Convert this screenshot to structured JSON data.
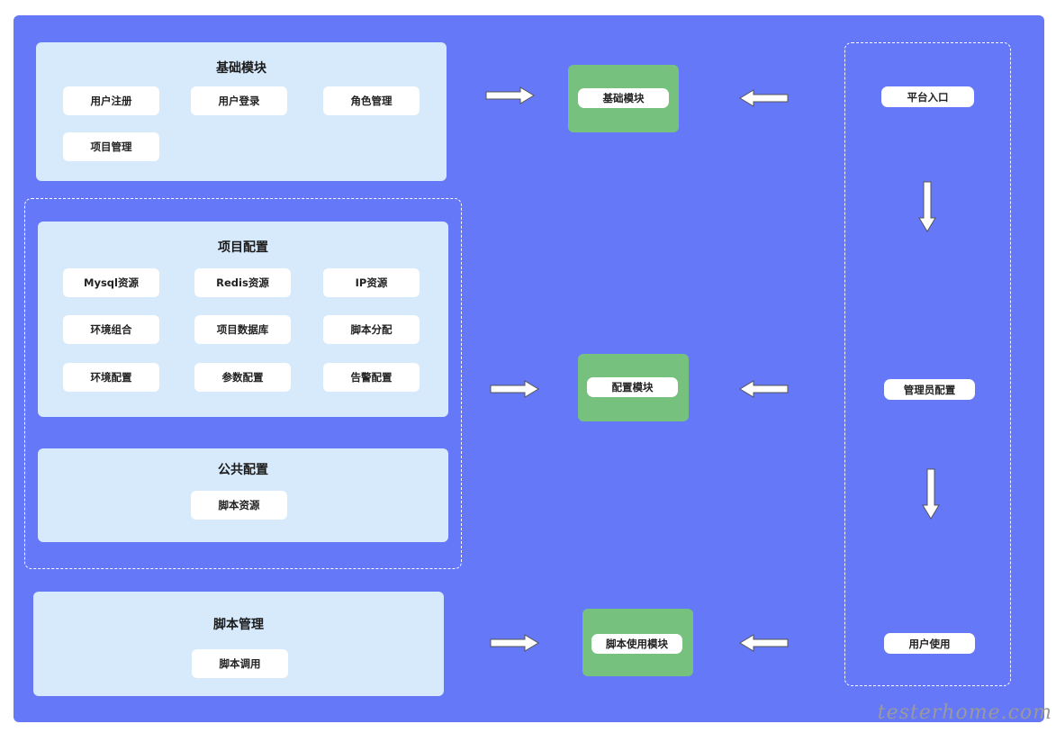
{
  "modules": {
    "basic": {
      "title": "基础模块",
      "items": [
        "用户注册",
        "用户登录",
        "角色管理",
        "项目管理"
      ]
    },
    "project_config": {
      "title": "项目配置",
      "items": [
        "Mysql资源",
        "Redis资源",
        "IP资源",
        "环境组合",
        "项目数据库",
        "脚本分配",
        "环境配置",
        "参数配置",
        "告警配置"
      ]
    },
    "public_config": {
      "title": "公共配置",
      "items": [
        "脚本资源"
      ]
    },
    "script_mgmt": {
      "title": "脚本管理",
      "items": [
        "脚本调用"
      ]
    }
  },
  "center": {
    "basic_module": "基础模块",
    "config_module": "配置模块",
    "script_use_module": "脚本使用模块"
  },
  "flow": {
    "entry": "平台入口",
    "admin_config": "管理员配置",
    "user_use": "用户使用"
  },
  "watermark": "testerhome.com",
  "colors": {
    "background": "#6478f8",
    "panel": "#d7eafc",
    "module": "#77c17e",
    "chip": "#ffffff"
  }
}
